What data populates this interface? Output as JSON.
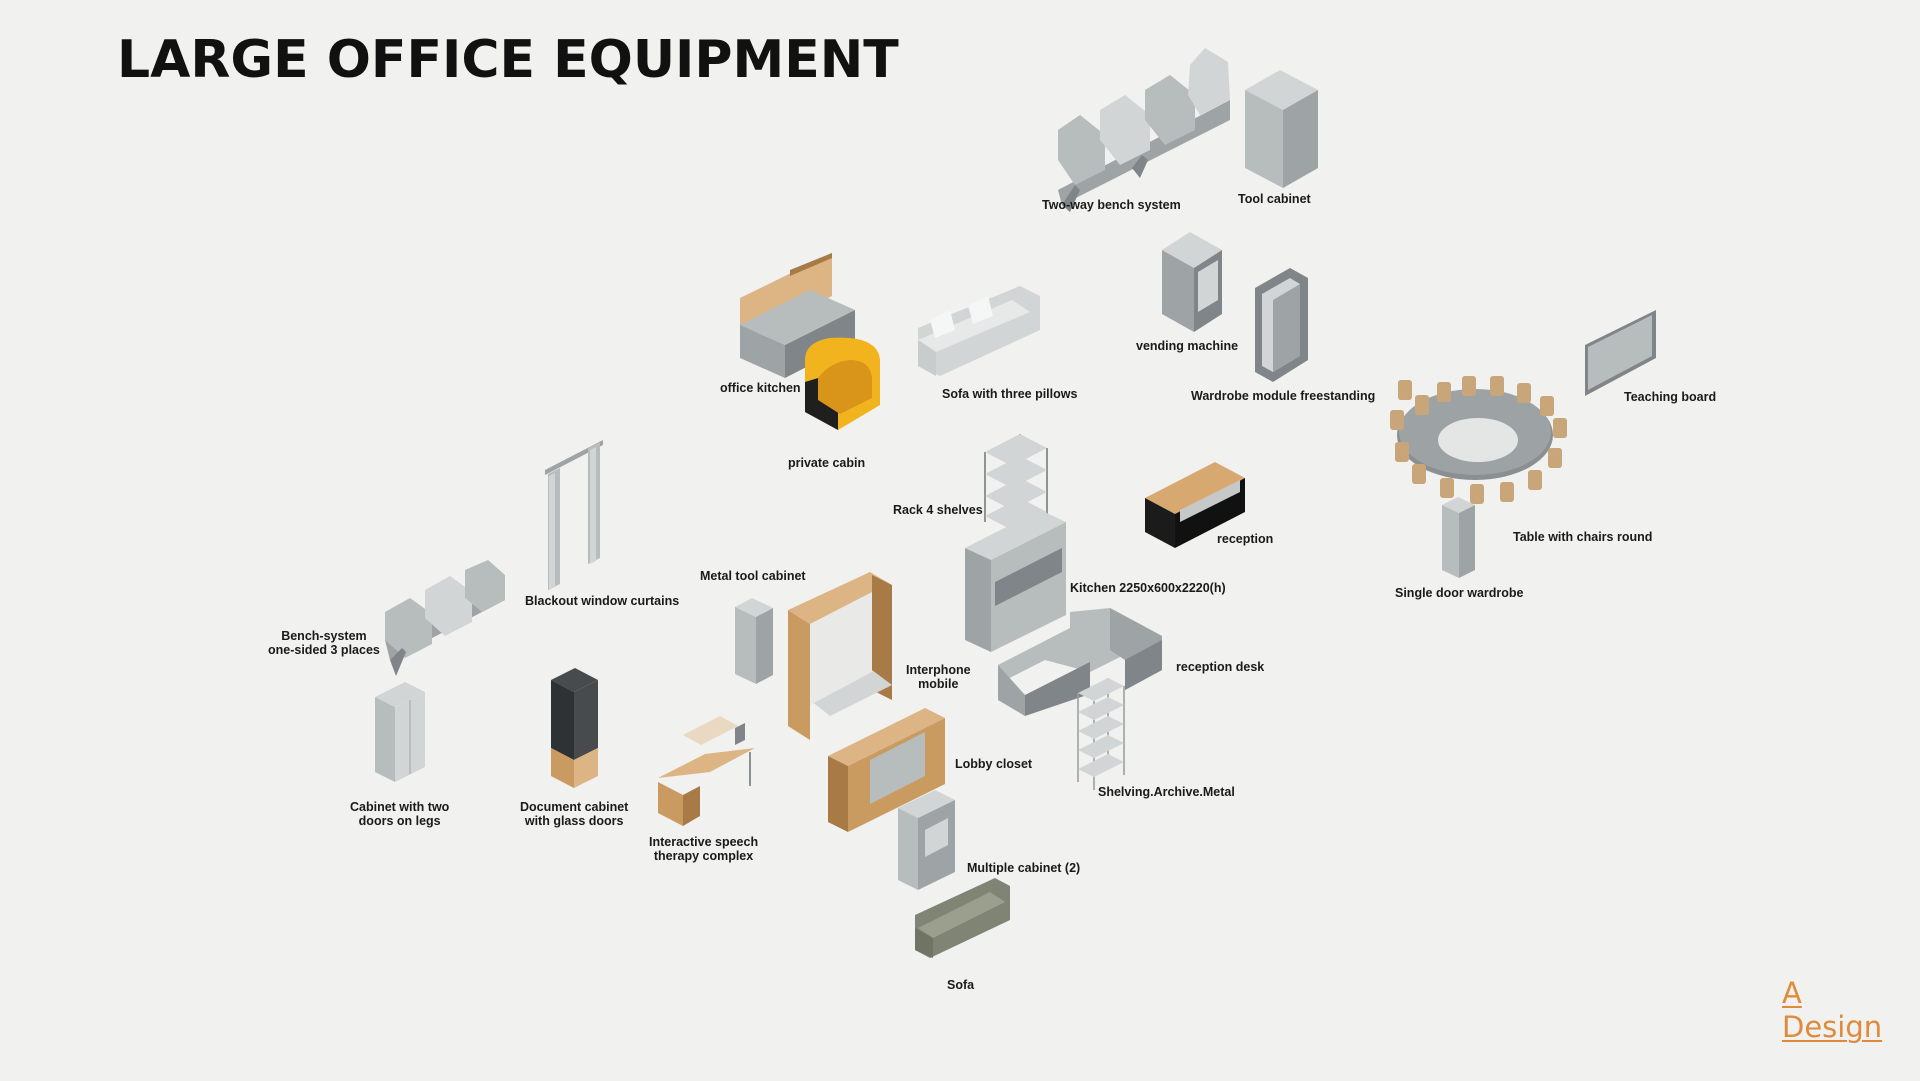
{
  "title": "LARGE OFFICE EQUIPMENT",
  "labels": {
    "two_way_bench": "Two-way bench system",
    "tool_cabinet": "Tool cabinet",
    "vending_machine": "vending machine",
    "wardrobe_module": "Wardrobe module freestanding",
    "teaching_board": "Teaching board",
    "office_kitchen": "office kitchen",
    "sofa_three_pillows": "Sofa with three pillows",
    "private_cabin": "private cabin",
    "rack_4_shelves": "Rack 4 shelves",
    "reception": "reception",
    "table_chairs_round": "Table with chairs round",
    "single_door_wardrobe": "Single door wardrobe",
    "kitchen_dims": "Kitchen 2250x600x2220(h)",
    "blackout_curtains": "Blackout window curtains",
    "metal_tool_cabinet": "Metal tool cabinet",
    "bench_system": "Bench-system\none-sided 3 places",
    "interphone": "Interphone\nmobile",
    "reception_desk": "reception desk",
    "lobby_closet": "Lobby closet",
    "shelving_archive": "Shelving.Archive.Metal",
    "cabinet_two_doors": "Cabinet with two\ndoors on legs",
    "document_cabinet": "Document cabinet\nwith glass doors",
    "speech_therapy": "Interactive speech\ntherapy complex",
    "multiple_cabinet": "Multiple cabinet (2)",
    "sofa": "Sofa"
  },
  "logo": {
    "line1": "A",
    "line2": "Design"
  },
  "colors": {
    "accent": "#e08a3c",
    "background": "#f1f1ef",
    "cabin_yellow": "#f2b41e"
  }
}
